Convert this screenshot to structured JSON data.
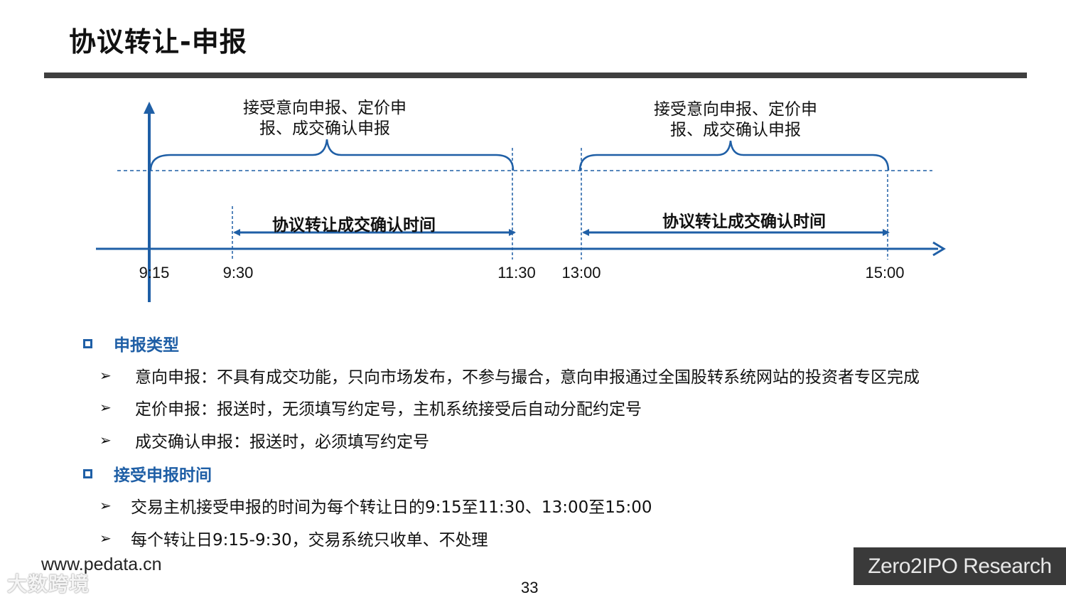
{
  "title": "协议转让-申报",
  "timeline": {
    "period1_caption_line1": "接受意向申报、定价申",
    "period1_caption_line2": "报、成交确认申报",
    "period2_caption_line1": "接受意向申报、定价申",
    "period2_caption_line2": "报、成交确认申报",
    "confirm1_label": "协议转让成交确认时间",
    "confirm2_label": "协议转让成交确认时间",
    "ticks": [
      "9:15",
      "9:30",
      "11:30",
      "13:00",
      "15:00"
    ],
    "colors": {
      "accent": "#1f5fa6",
      "axis": "#1f5fa6"
    }
  },
  "sections": [
    {
      "label": "申报类型",
      "bullets": [
        "意向申报：不具有成交功能，只向市场发布，不参与撮合，意向申报通过全国股转系统网站的投资者专区完成",
        "定价申报：报送时，无须填写约定号，主机系统接受后自动分配约定号",
        "成交确认申报：报送时，必须填写约定号"
      ]
    },
    {
      "label": "接受申报时间",
      "bullets": [
        "交易主机接受申报的时间为每个转让日的9:15至11:30、13:00至15:00",
        "每个转让日9:15-9:30，交易系统只收单、不处理"
      ]
    }
  ],
  "bullet_symbol": "➢",
  "footer": {
    "site": "www.pedata.cn",
    "watermark": "大数跨境",
    "page_number": "33",
    "brand": "Zero2IPO Research"
  }
}
